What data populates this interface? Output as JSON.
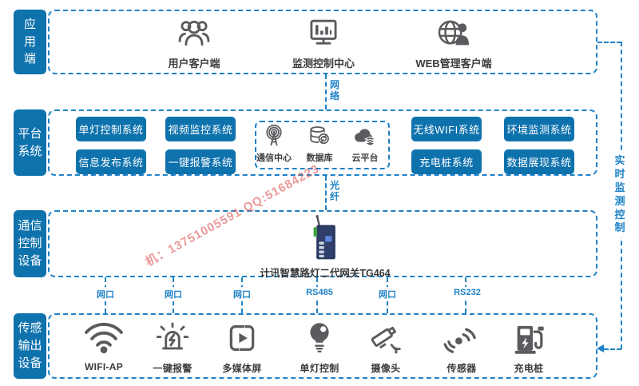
{
  "colors": {
    "accent_blue": "#0e72ad",
    "line_blue": "#1e82c6",
    "icon_gray": "#595b5e",
    "watermark_red": "#e05a5a"
  },
  "watermark": {
    "text": "机：13751005591 QQ:51684223"
  },
  "feedback": {
    "label": "实时监测控制"
  },
  "connectors": {
    "network": "网络",
    "fiber": "光纤",
    "ports": [
      "网口",
      "网口",
      "网口",
      "RS485",
      "网口",
      "RS232"
    ]
  },
  "rows": {
    "application": {
      "side_label": "应用端",
      "clients": [
        {
          "icon": "users-icon",
          "label": "用户客户端"
        },
        {
          "icon": "monitor-chart-icon",
          "label": "监测控制中心"
        },
        {
          "icon": "globe-user-icon",
          "label": "WEB管理客户端"
        }
      ]
    },
    "platform": {
      "side_label": "平台系统",
      "left_buttons": [
        "单灯控制系统",
        "视频监控系统",
        "信息发布系统",
        "一键报警系统"
      ],
      "core_items": [
        {
          "icon": "antenna-icon",
          "label": "通信中心"
        },
        {
          "icon": "database-icon",
          "label": "数据库"
        },
        {
          "icon": "cloud-icon",
          "label": "云平台"
        }
      ],
      "right_buttons": [
        "无线WIFI系统",
        "环境监测系统",
        "充电桩系统",
        "数据展现系统"
      ]
    },
    "gateway": {
      "side_label": "通信控制设备",
      "device_label": "计讯智慧路灯二代网关TG464"
    },
    "devices": {
      "side_label": "传感输出设备",
      "items": [
        {
          "icon": "wifi-icon",
          "label": "WIFI-AP"
        },
        {
          "icon": "alarm-icon",
          "label": "一键报警"
        },
        {
          "icon": "media-screen-icon",
          "label": "多媒体屏"
        },
        {
          "icon": "bulb-icon",
          "label": "单灯控制"
        },
        {
          "icon": "cctv-camera-icon",
          "label": "摄像头"
        },
        {
          "icon": "sensor-icon",
          "label": "传感器"
        },
        {
          "icon": "ev-charger-icon",
          "label": "充电桩"
        }
      ]
    }
  }
}
